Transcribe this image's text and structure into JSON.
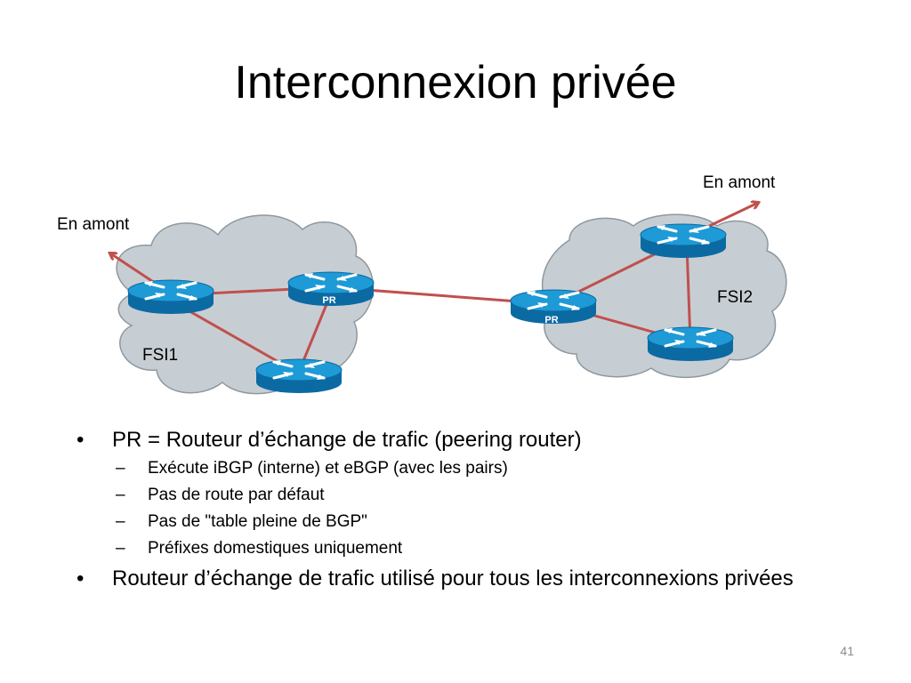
{
  "slide": {
    "title": "Interconnexion privée",
    "page_number": "41"
  },
  "diagram": {
    "upstream_left": "En amont",
    "upstream_right": "En amont",
    "isp1_label": "FSI1",
    "isp2_label": "FSI2",
    "peering_router_badge": "PR",
    "colors": {
      "cloud_fill": "#c7ced3",
      "cloud_stroke": "#8e989e",
      "link": "#c0504d",
      "router_top": "#1e9ad6",
      "router_side": "#0c6aa3"
    }
  },
  "bullets": [
    {
      "text": "PR = Routeur d’échange de trafic (peering router)",
      "sub": [
        "Exécute iBGP (interne) et eBGP (avec les pairs)",
        "Pas de route par défaut",
        "Pas de \"table pleine de BGP\"",
        "Préfixes domestiques uniquement"
      ]
    },
    {
      "text": "Routeur d’échange de trafic utilisé pour tous les interconnexions privées",
      "sub": []
    }
  ]
}
